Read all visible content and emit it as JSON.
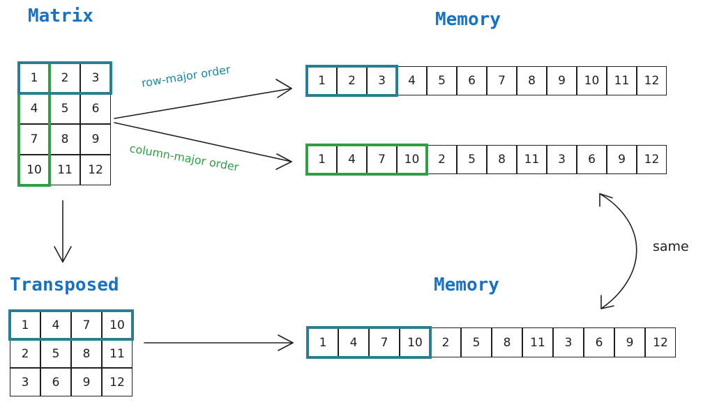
{
  "titles": {
    "matrix": "Matrix",
    "memory_top": "Memory",
    "transposed": "Transposed",
    "memory_bottom": "Memory"
  },
  "labels": {
    "row_major": "row-major order",
    "column_major": "column-major order",
    "same": "same"
  },
  "matrix": {
    "rows": [
      [
        "1",
        "2",
        "3"
      ],
      [
        "4",
        "5",
        "6"
      ],
      [
        "7",
        "8",
        "9"
      ],
      [
        "10",
        "11",
        "12"
      ]
    ]
  },
  "transposed": {
    "rows": [
      [
        "1",
        "4",
        "7",
        "10"
      ],
      [
        "2",
        "5",
        "8",
        "11"
      ],
      [
        "3",
        "6",
        "9",
        "12"
      ]
    ]
  },
  "memory_row_major": [
    "1",
    "2",
    "3",
    "4",
    "5",
    "6",
    "7",
    "8",
    "9",
    "10",
    "11",
    "12"
  ],
  "memory_column_major": [
    "1",
    "4",
    "7",
    "10",
    "2",
    "5",
    "8",
    "11",
    "3",
    "6",
    "9",
    "12"
  ],
  "memory_transposed": [
    "1",
    "4",
    "7",
    "10",
    "2",
    "5",
    "8",
    "11",
    "3",
    "6",
    "9",
    "12"
  ],
  "colors": {
    "title": "#1971c2",
    "row_highlight": "#2b7e8f",
    "column_highlight": "#2f9e44",
    "row_label": "#1a8a9a",
    "column_label": "#2f9e44",
    "stroke": "#1e1e1e"
  }
}
